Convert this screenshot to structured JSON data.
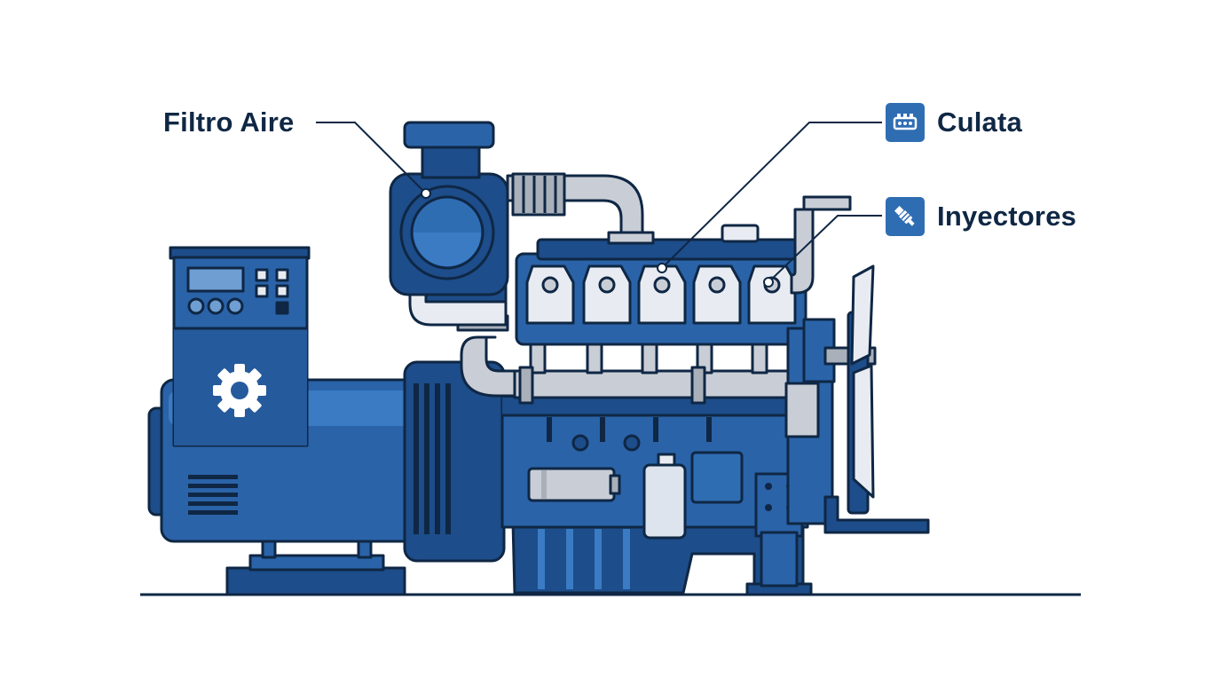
{
  "labels": {
    "air_filter": "Filtro Aire",
    "cylinder_head": "Culata",
    "injectors": "Inyectores"
  },
  "icons": {
    "cylinder_head": "cylinder-head-icon",
    "injectors": "injector-icon",
    "control_panel": "gear-icon"
  },
  "colors": {
    "body_blue": "#2a63a8",
    "dark_blue": "#1d4d8a",
    "outline": "#0f2744",
    "pipe_gray": "#c9ced6",
    "accent_badge": "#2f6db3"
  }
}
